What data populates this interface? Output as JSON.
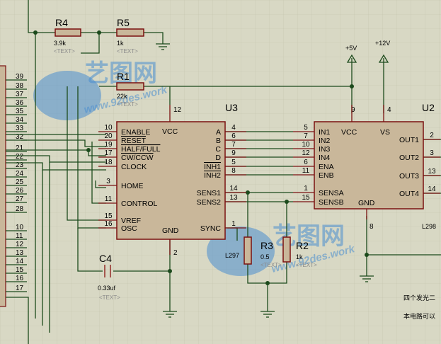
{
  "u3": {
    "ref": "U3",
    "part": "L297",
    "pins_left": [
      {
        "num": "10",
        "name": "ENABLE"
      },
      {
        "num": "20",
        "name": "RESET"
      },
      {
        "num": "19",
        "name": "HALF/FULL"
      },
      {
        "num": "17",
        "name": "CW/CCW"
      },
      {
        "num": "18",
        "name": "CLOCK"
      },
      {
        "num": "3",
        "name": "HOME"
      },
      {
        "num": "11",
        "name": "CONTROL"
      },
      {
        "num": "15",
        "name": "VREF"
      },
      {
        "num": "16",
        "name": "OSC"
      }
    ],
    "pins_right": [
      {
        "num": "4",
        "name": "A"
      },
      {
        "num": "6",
        "name": "B"
      },
      {
        "num": "7",
        "name": "C"
      },
      {
        "num": "9",
        "name": "D"
      },
      {
        "num": "5",
        "name": "INH1"
      },
      {
        "num": "8",
        "name": "INH2"
      },
      {
        "num": "14",
        "name": "SENS1"
      },
      {
        "num": "13",
        "name": "SENS2"
      },
      {
        "num": "1",
        "name": "SYNC"
      }
    ],
    "vcc": {
      "num": "12",
      "name": "VCC"
    },
    "gnd": {
      "num": "2",
      "name": "GND"
    }
  },
  "u2": {
    "ref": "U2",
    "part": "L298",
    "pins_left": [
      {
        "num": "5",
        "name": "IN1"
      },
      {
        "num": "7",
        "name": "IN2"
      },
      {
        "num": "10",
        "name": "IN3"
      },
      {
        "num": "12",
        "name": "IN4"
      },
      {
        "num": "6",
        "name": "ENA"
      },
      {
        "num": "11",
        "name": "ENB"
      },
      {
        "num": "1",
        "name": "SENSA"
      },
      {
        "num": "15",
        "name": "SENSB"
      }
    ],
    "pins_right": [
      {
        "num": "2",
        "name": "OUT1"
      },
      {
        "num": "3",
        "name": "OUT2"
      },
      {
        "num": "13",
        "name": "OUT3"
      },
      {
        "num": "14",
        "name": "OUT4"
      }
    ],
    "vcc": {
      "num": "9",
      "name": "VCC"
    },
    "vs": {
      "num": "4",
      "name": "VS"
    },
    "gnd": {
      "num": "8",
      "name": "GND"
    }
  },
  "resistors": {
    "r4": {
      "ref": "R4",
      "value": "3.9k",
      "text": "<TEXT>"
    },
    "r5": {
      "ref": "R5",
      "value": "1k",
      "text": "<TEXT>"
    },
    "r1": {
      "ref": "R1",
      "value": "22k",
      "text": "<TEXT>"
    },
    "r3": {
      "ref": "R3",
      "value": "0.5",
      "text": "<TEXT>"
    },
    "r2": {
      "ref": "R2",
      "value": "1k",
      "text": "<TEXT>"
    }
  },
  "c4": {
    "ref": "C4",
    "value": "0.33uf",
    "text": "<TEXT>"
  },
  "power": {
    "p5": "+5V",
    "p12": "+12V"
  },
  "connector_pins": [
    "39",
    "38",
    "37",
    "36",
    "35",
    "34",
    "33",
    "32",
    "21",
    "22",
    "23",
    "24",
    "25",
    "26",
    "27",
    "28",
    "10",
    "11",
    "12",
    "13",
    "14",
    "15",
    "16",
    "17"
  ],
  "notes": [
    "四个发光二",
    "本电路可以"
  ],
  "watermark": {
    "text": "艺图网",
    "url": "www.92des.work"
  }
}
